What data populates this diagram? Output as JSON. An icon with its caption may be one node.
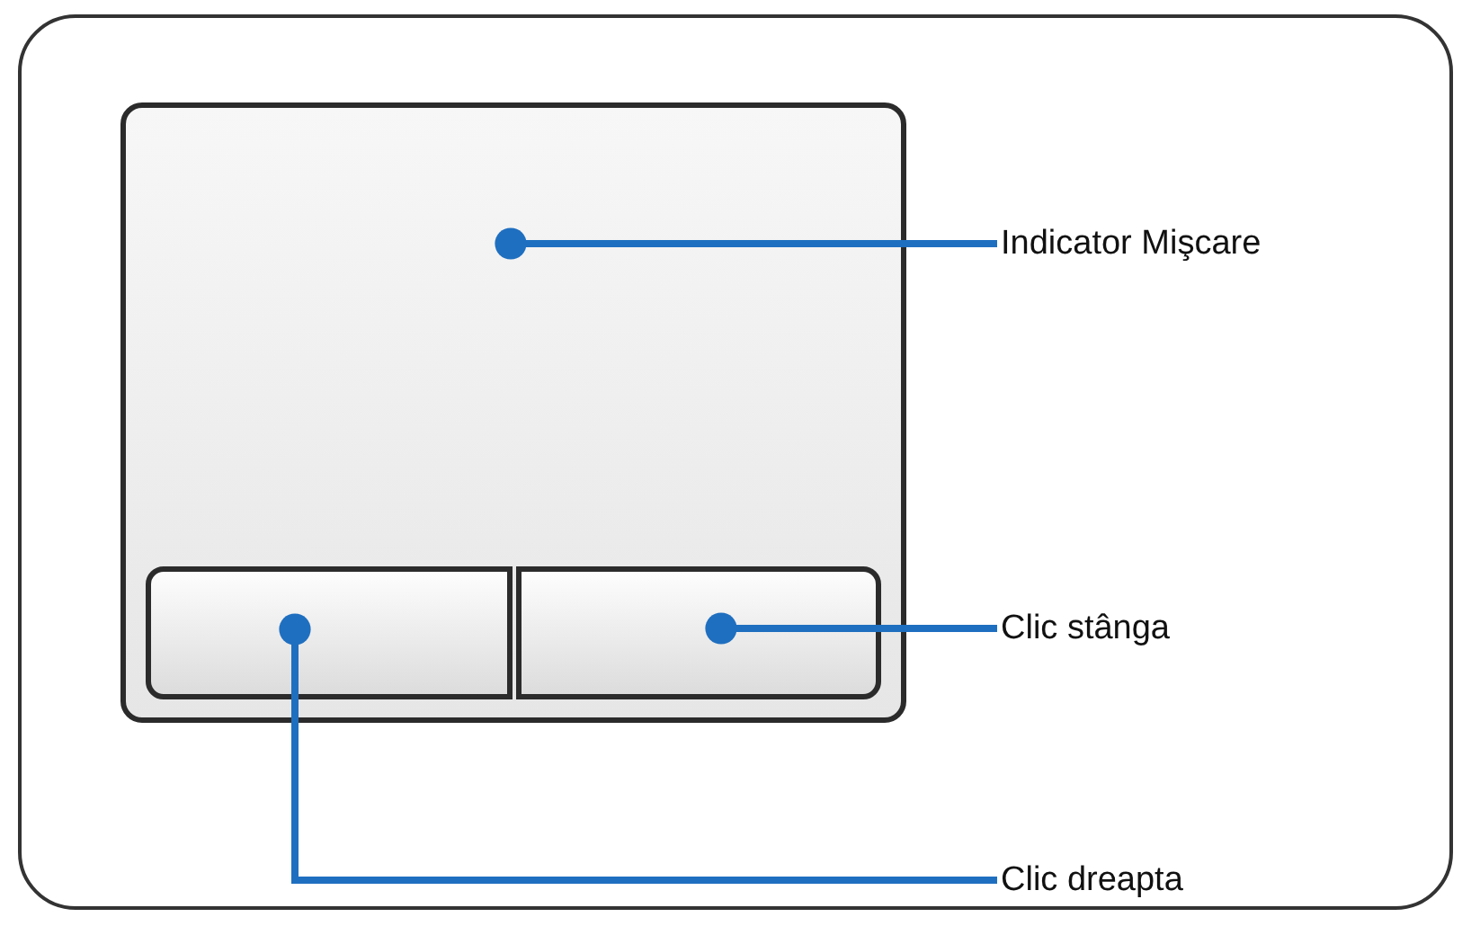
{
  "diagram": {
    "nodes": [
      {
        "text": [],
        "shape": "box"
      },
      {
        "text": [],
        "shape": "box",
        "in": 0
      },
      {
        "text": [],
        "shape": "box",
        "in": 1
      },
      {
        "text": [],
        "shape": "box",
        "in": 1
      },
      {
        "text": [
          "Indicator Mişcare"
        ],
        "in": 0
      },
      {
        "text": [
          "Clic stânga"
        ],
        "in": 0
      },
      {
        "text": [
          "Clic dreapta"
        ],
        "in": 0
      }
    ],
    "edges": [
      {
        "from": 4,
        "to": 1,
        "arrow": "other"
      },
      {
        "from": 5,
        "to": 3,
        "arrow": "other"
      },
      {
        "from": 6,
        "to": 2,
        "arrow": "other"
      }
    ]
  }
}
